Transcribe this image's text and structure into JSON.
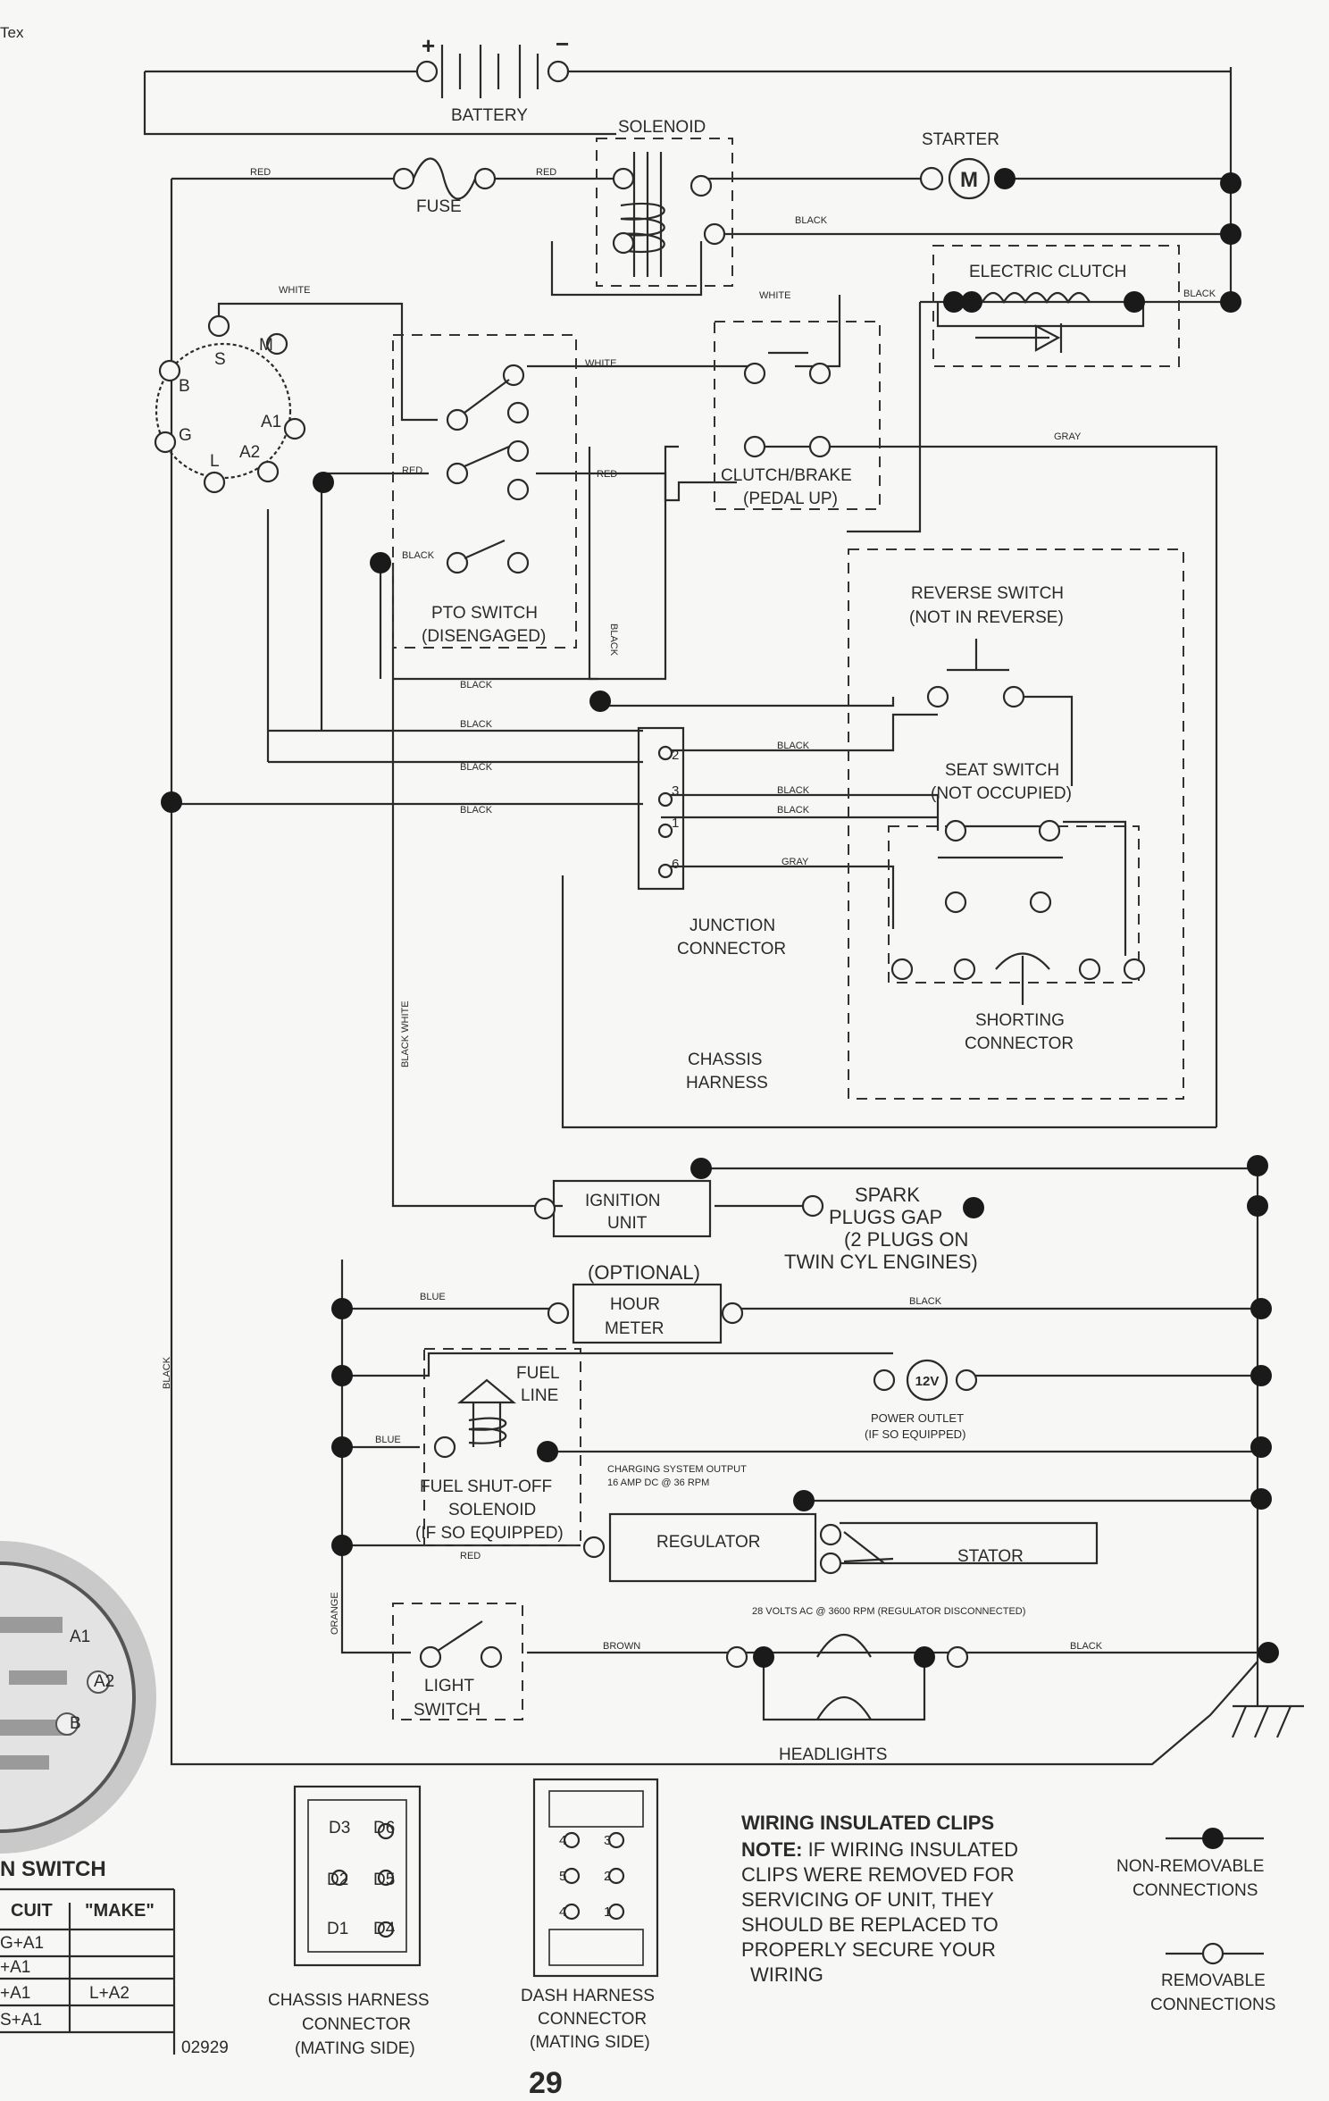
{
  "corner_label": "Tex",
  "page_number": "29",
  "figure_number": "02929",
  "components": {
    "battery": "BATTERY",
    "battery_plus": "+",
    "battery_minus": "−",
    "solenoid": "SOLENOID",
    "starter": "STARTER",
    "starter_symbol": "M",
    "fuse": "FUSE",
    "electric_clutch": "ELECTRIC CLUTCH",
    "ignition_switch_terminals": [
      "S",
      "M",
      "B",
      "A1",
      "G",
      "L",
      "A2"
    ],
    "pto_switch": [
      "PTO SWITCH",
      "(DISENGAGED)"
    ],
    "clutch_brake": [
      "CLUTCH/BRAKE",
      "(PEDAL UP)"
    ],
    "reverse_switch": [
      "REVERSE SWITCH",
      "(NOT IN REVERSE)"
    ],
    "seat_switch": [
      "SEAT SWITCH",
      "(NOT OCCUPIED)"
    ],
    "junction_connector": [
      "JUNCTION",
      "CONNECTOR"
    ],
    "junction_pins": [
      "2",
      "3",
      "1",
      "6"
    ],
    "chassis_harness": [
      "CHASSIS",
      "HARNESS"
    ],
    "shorting_connector": [
      "SHORTING",
      "CONNECTOR"
    ],
    "ignition_unit": [
      "IGNITION",
      "UNIT"
    ],
    "spark_plugs": [
      "SPARK",
      "PLUGS GAP",
      "(2 PLUGS ON",
      "TWIN CYL ENGINES)"
    ],
    "optional": "(OPTIONAL)",
    "hour_meter": [
      "HOUR",
      "METER"
    ],
    "fuel_line": [
      "FUEL",
      "LINE"
    ],
    "power_outlet": [
      "POWER OUTLET",
      "(IF SO EQUIPPED)"
    ],
    "power_outlet_symbol": "12V",
    "fuel_shutoff": [
      "FUEL SHUT-OFF",
      "SOLENOID",
      "(IF SO EQUIPPED)"
    ],
    "charging_output": [
      "CHARGING SYSTEM OUTPUT",
      "16 AMP DC @ 36 RPM"
    ],
    "regulator": "REGULATOR",
    "stator": "STATOR",
    "stator_note": "28 VOLTS AC @ 3600 RPM (REGULATOR DISCONNECTED)",
    "light_switch": [
      "LIGHT",
      "SWITCH"
    ],
    "headlights": "HEADLIGHTS"
  },
  "wire_colors": {
    "red": "RED",
    "white": "WHITE",
    "black": "BLACK",
    "gray": "GRAY",
    "blue": "BLUE",
    "orange": "ORANGE",
    "brown": "BROWN",
    "black_white": "BLACK WHITE"
  },
  "chassis_connector": {
    "caption": [
      "CHASSIS HARNESS",
      "CONNECTOR",
      "(MATING SIDE)"
    ],
    "pins": [
      "D3",
      "D6",
      "D2",
      "D5",
      "D1",
      "D4"
    ]
  },
  "dash_connector": {
    "caption": [
      "DASH HARNESS",
      "CONNECTOR",
      "(MATING SIDE)"
    ],
    "pins": [
      "4",
      "3",
      "5",
      "2",
      "4",
      "1"
    ]
  },
  "notes": {
    "heading": "WIRING INSULATED CLIPS",
    "note_label": "NOTE:",
    "lines": [
      " IF WIRING INSULATED",
      "CLIPS WERE REMOVED FOR",
      "SERVICING OF UNIT, THEY",
      "SHOULD BE REPLACED TO",
      "PROPERLY SECURE YOUR",
      "WIRING"
    ]
  },
  "legend": {
    "non_removable": [
      "NON-REMOVABLE",
      "CONNECTIONS"
    ],
    "removable": [
      "REMOVABLE",
      "CONNECTIONS"
    ]
  },
  "switch_table": {
    "title": "N SWITCH",
    "headers": [
      "CUIT",
      "\"MAKE\""
    ],
    "rows": [
      [
        "G+A1",
        ""
      ],
      [
        "+A1",
        ""
      ],
      [
        "+A1",
        "L+A2"
      ],
      [
        "S+A1",
        ""
      ]
    ],
    "plug_labels": [
      "A1",
      "A2",
      "B"
    ]
  },
  "colors": {
    "ink": "#2a2a2a",
    "paper": "#f7f7f5",
    "plug_gray": "#b7b7b7"
  }
}
